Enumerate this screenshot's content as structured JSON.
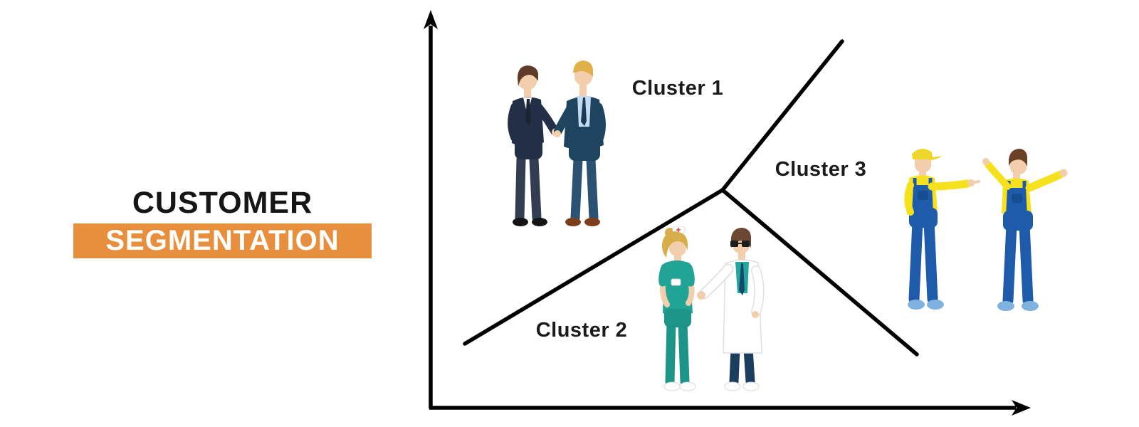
{
  "title": {
    "line1": "CUSTOMER",
    "line2": "SEGMENTATION"
  },
  "colors": {
    "background": "#FFFFFF",
    "accent_orange": "#E78F3D",
    "title_text": "#161616",
    "banner_text": "#FFFFFF",
    "label_text": "#1B1B1B",
    "axis_line": "#000000"
  },
  "diagram": {
    "type": "cluster-segmentation-plot",
    "axes": {
      "x_axis": {
        "visible": true,
        "arrow": true,
        "label": ""
      },
      "y_axis": {
        "visible": true,
        "arrow": true,
        "label": ""
      }
    },
    "clusters": [
      {
        "label": "Cluster 1",
        "illustration": "two-businessmen-shaking-hands",
        "region": "upper-left"
      },
      {
        "label": "Cluster 2",
        "illustration": "nurse-and-doctor-talking",
        "region": "bottom-middle"
      },
      {
        "label": "Cluster 3",
        "illustration": "two-construction-workers-talking",
        "region": "right"
      }
    ]
  }
}
